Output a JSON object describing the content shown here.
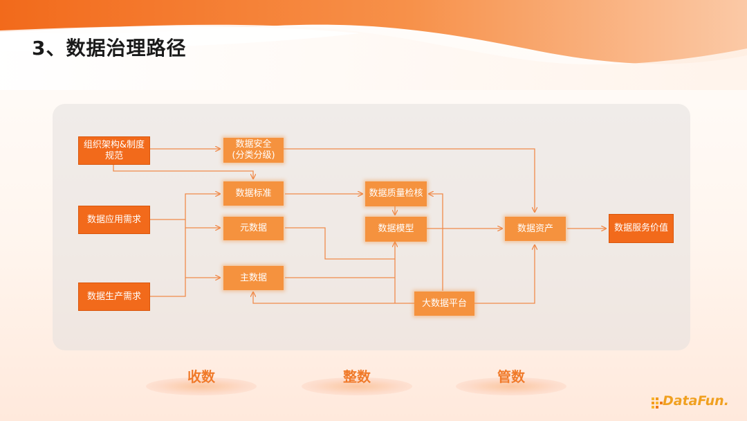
{
  "page": {
    "title": "3、数据治理路径"
  },
  "nodes": {
    "org": "组织架构&制度规范",
    "security": "数据安全\n(分类分级)",
    "standard": "数据标准",
    "quality": "数据质量检核",
    "app_demand": "数据应用需求",
    "metadata": "元数据",
    "model": "数据模型",
    "asset": "数据资产",
    "service": "数据服务价值",
    "master": "主数据",
    "prod_demand": "数据生产需求",
    "platform": "大数据平台"
  },
  "footer": {
    "stages": [
      "收数",
      "整数",
      "管数"
    ],
    "logo_text": "DataFun."
  },
  "colors": {
    "accent": "#f26a1b",
    "soft_box": "#f5923e",
    "arrow": "#f08a4a",
    "stage_text": "#f07a2a",
    "logo": "#f0a020"
  }
}
